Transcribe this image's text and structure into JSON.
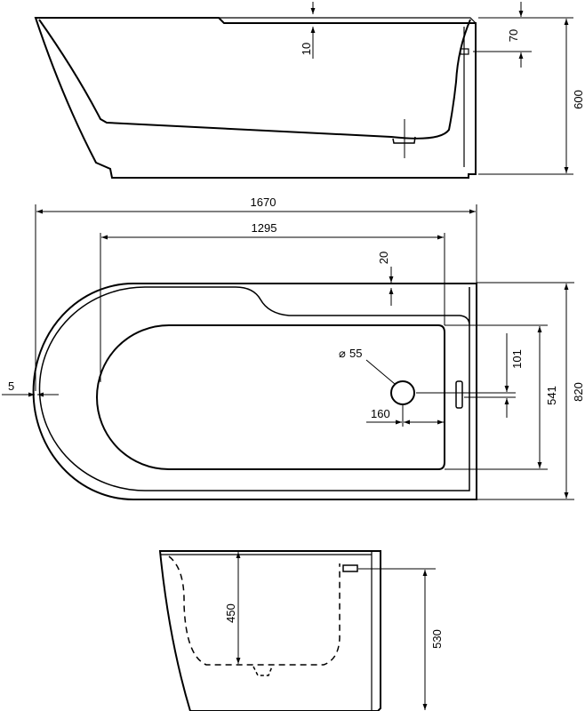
{
  "side_view": {
    "overflow_dim": "10",
    "overflow_height_dim": "70",
    "total_height_dim": "600"
  },
  "top_view": {
    "total_length_dim": "1670",
    "inner_length_dim": "1295",
    "rim_dim": "20",
    "drain_diameter_symbol": "⌀",
    "drain_diameter_value": "55",
    "drain_offset_dim": "101",
    "drain_from_end_dim": "160",
    "inner_width_dim": "541",
    "total_width_dim": "820",
    "wall_offset_dim": "5"
  },
  "end_view": {
    "inner_depth_dim": "450",
    "outer_height_dim": "530"
  }
}
